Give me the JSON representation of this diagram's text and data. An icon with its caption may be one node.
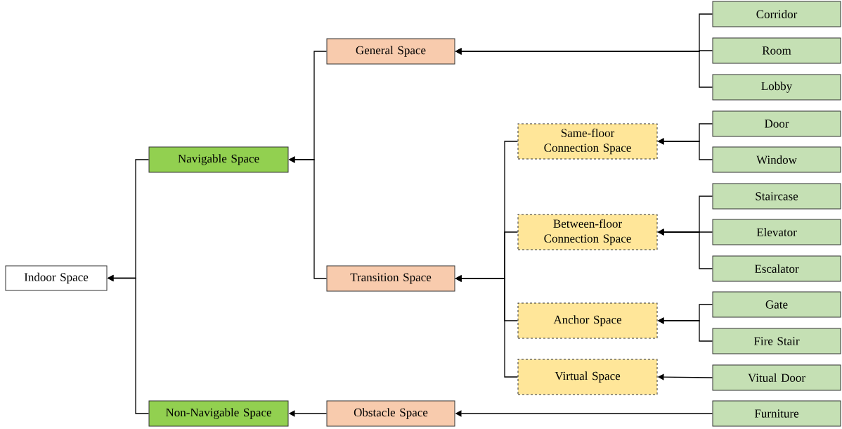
{
  "diagram": {
    "nodes": [
      {
        "text": [
          "Indoor Space"
        ]
      },
      {
        "text": [
          "Navigable Space"
        ]
      },
      {
        "text": [
          "Non-Navigable Space"
        ]
      },
      {
        "text": [
          "General Space"
        ]
      },
      {
        "text": [
          "Transition Space"
        ]
      },
      {
        "text": [
          "Obstacle Space"
        ]
      },
      {
        "text": [
          "Same-floor Connection Space"
        ]
      },
      {
        "text": [
          "Between-floor Connection Space"
        ]
      },
      {
        "text": [
          "Anchor Space"
        ]
      },
      {
        "text": [
          "Virtual Space"
        ]
      },
      {
        "text": [
          "Corridor"
        ]
      },
      {
        "text": [
          "Room"
        ]
      },
      {
        "text": [
          "Lobby"
        ]
      },
      {
        "text": [
          "Door"
        ]
      },
      {
        "text": [
          "Window"
        ]
      },
      {
        "text": [
          "Staircase"
        ]
      },
      {
        "text": [
          "Elevator"
        ]
      },
      {
        "text": [
          "Escalator"
        ]
      },
      {
        "text": [
          "Gate"
        ]
      },
      {
        "text": [
          "Fire Stair"
        ]
      },
      {
        "text": [
          "Vitual Door"
        ]
      },
      {
        "text": [
          "Furniture"
        ]
      }
    ],
    "edges": [
      {
        "from": 1,
        "to": 0,
        "arrow": "to"
      },
      {
        "from": 2,
        "to": 0,
        "arrow": "to"
      },
      {
        "from": 3,
        "to": 1,
        "arrow": "to"
      },
      {
        "from": 4,
        "to": 1,
        "arrow": "to"
      },
      {
        "from": 5,
        "to": 2,
        "arrow": "to"
      },
      {
        "from": 6,
        "to": 4,
        "arrow": "to"
      },
      {
        "from": 7,
        "to": 4,
        "arrow": "to"
      },
      {
        "from": 8,
        "to": 4,
        "arrow": "to"
      },
      {
        "from": 9,
        "to": 4,
        "arrow": "to"
      },
      {
        "from": 10,
        "to": 3,
        "arrow": "to"
      },
      {
        "from": 11,
        "to": 3,
        "arrow": "to"
      },
      {
        "from": 12,
        "to": 3,
        "arrow": "to"
      },
      {
        "from": 13,
        "to": 6,
        "arrow": "to"
      },
      {
        "from": 14,
        "to": 6,
        "arrow": "to"
      },
      {
        "from": 15,
        "to": 7,
        "arrow": "to"
      },
      {
        "from": 16,
        "to": 7,
        "arrow": "to"
      },
      {
        "from": 17,
        "to": 7,
        "arrow": "to"
      },
      {
        "from": 18,
        "to": 8,
        "arrow": "to"
      },
      {
        "from": 19,
        "to": 8,
        "arrow": "to"
      },
      {
        "from": 20,
        "to": 9,
        "arrow": "to"
      },
      {
        "from": 21,
        "to": 5,
        "arrow": "to"
      }
    ]
  }
}
